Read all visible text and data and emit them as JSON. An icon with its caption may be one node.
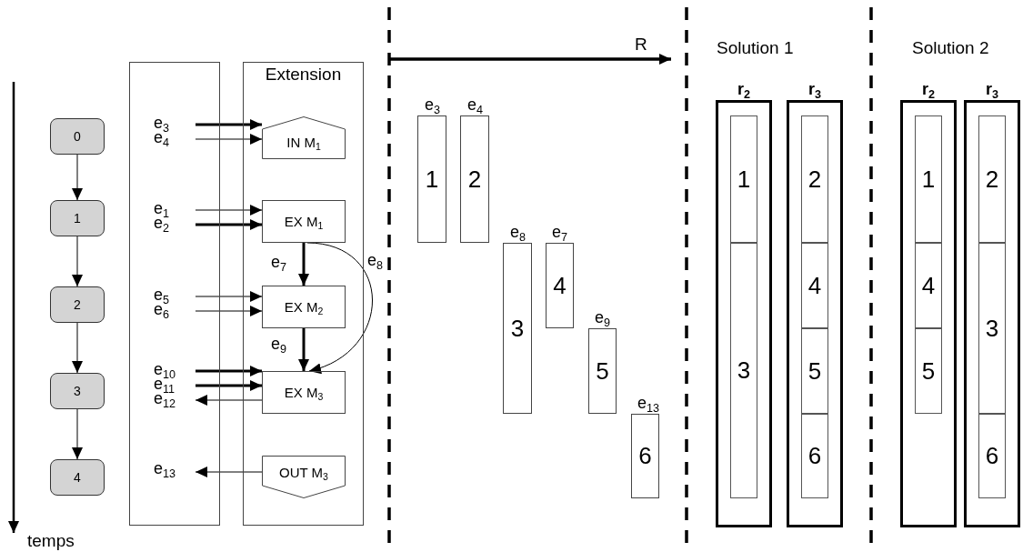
{
  "diagram": {
    "nodes": [
      {
        "text": [
          "0"
        ]
      },
      {
        "text": [
          "1"
        ]
      },
      {
        "text": [
          "2"
        ]
      },
      {
        "text": [
          "3"
        ]
      },
      {
        "text": [
          "4"
        ]
      },
      {
        "text": [],
        "shape": "box"
      },
      {
        "text": [
          "Extension"
        ]
      },
      {
        "text": [
          "e$_{3}$"
        ],
        "in": 5
      },
      {
        "text": [
          "e$_{4}$"
        ],
        "in": 5
      },
      {
        "text": [
          "e$_{1}$"
        ],
        "in": 5
      },
      {
        "text": [
          "e$_{2}$"
        ],
        "in": 5
      },
      {
        "text": [
          "e$_{5}$"
        ],
        "in": 5
      },
      {
        "text": [
          "e$_{6}$"
        ],
        "in": 5
      },
      {
        "text": [
          "e$_{10}$"
        ],
        "in": 5
      },
      {
        "text": [
          "e$_{11}$"
        ],
        "in": 5
      },
      {
        "text": [
          "e$_{12}$"
        ],
        "in": 5
      },
      {
        "text": [
          "e$_{13}$"
        ],
        "in": 5
      },
      {
        "text": [
          "IN M$_{1}$"
        ],
        "in": 6
      },
      {
        "text": [
          "EX M$_{1}$"
        ],
        "in": 6
      },
      {
        "text": [
          "EX M$_{2}$"
        ],
        "in": 6
      },
      {
        "text": [
          "EX M$_{3}$"
        ],
        "in": 6
      },
      {
        "text": [
          "OUT M$_{3}$"
        ],
        "in": 6
      },
      {
        "text": [
          "1"
        ],
        "beside": [
          "e$_{3}$"
        ]
      },
      {
        "text": [
          "2"
        ],
        "beside": [
          "e$_{4}$"
        ]
      },
      {
        "text": [
          "3"
        ],
        "beside": [
          "e$_{8}$"
        ]
      },
      {
        "text": [
          "4"
        ],
        "beside": [
          "e$_{7}$"
        ]
      },
      {
        "text": [
          "5"
        ],
        "beside": [
          "e$_{9}$"
        ]
      },
      {
        "text": [
          "6"
        ],
        "beside": [
          "e$_{13}$"
        ]
      },
      {
        "text": [
          "r$_{2}$"
        ]
      },
      {
        "text": [
          "1"
        ],
        "in": 28
      },
      {
        "text": [
          "3"
        ],
        "in": 28
      },
      {
        "text": [
          "r$_{3}$"
        ]
      },
      {
        "text": [
          "2"
        ],
        "in": 31
      },
      {
        "text": [
          "4"
        ],
        "in": 31
      },
      {
        "text": [
          "5"
        ],
        "in": 31
      },
      {
        "text": [
          "6"
        ],
        "in": 31
      },
      {
        "text": [
          "r$_{2}$"
        ]
      },
      {
        "text": [
          "1"
        ],
        "in": 36
      },
      {
        "text": [
          "4"
        ],
        "in": 36
      },
      {
        "text": [
          "5"
        ],
        "in": 36
      },
      {
        "text": [
          "r$_{3}$"
        ]
      },
      {
        "text": [
          "2"
        ],
        "in": 40
      },
      {
        "text": [
          "3"
        ],
        "in": 40
      },
      {
        "text": [
          "6"
        ],
        "in": 40
      }
    ],
    "edges": [
      {
        "from": 0,
        "to": 1,
        "arrow": "to"
      },
      {
        "from": 1,
        "to": 2,
        "arrow": "to"
      },
      {
        "from": 2,
        "to": 3,
        "arrow": "to"
      },
      {
        "from": 3,
        "to": 4,
        "arrow": "to"
      },
      {
        "from": 7,
        "to": 17,
        "arrow": "to",
        "style": "thick"
      },
      {
        "from": 8,
        "to": 17,
        "arrow": "to"
      },
      {
        "from": 9,
        "to": 18,
        "arrow": "to"
      },
      {
        "from": 10,
        "to": 18,
        "arrow": "to",
        "style": "thick"
      },
      {
        "from": 11,
        "to": 19,
        "arrow": "to"
      },
      {
        "from": 12,
        "to": 19,
        "arrow": "to"
      },
      {
        "from": 13,
        "to": 20,
        "arrow": "to",
        "style": "thick"
      },
      {
        "from": 14,
        "to": 20,
        "arrow": "to",
        "style": "thick"
      },
      {
        "from": 20,
        "to": 15,
        "arrow": "to"
      },
      {
        "from": 21,
        "to": 16,
        "arrow": "to"
      },
      {
        "from": 18,
        "to": 19,
        "arrow": "to",
        "label": "e$_{7}$",
        "style": "thick"
      },
      {
        "from": 18,
        "to": 20,
        "arrow": "to",
        "label": "e$_{8}$"
      },
      {
        "from": 19,
        "to": 20,
        "arrow": "to",
        "label": "e$_{9}$",
        "style": "thick"
      }
    ],
    "labels": [
      "R",
      "Solution 1",
      "Solution 2",
      "temps"
    ]
  }
}
